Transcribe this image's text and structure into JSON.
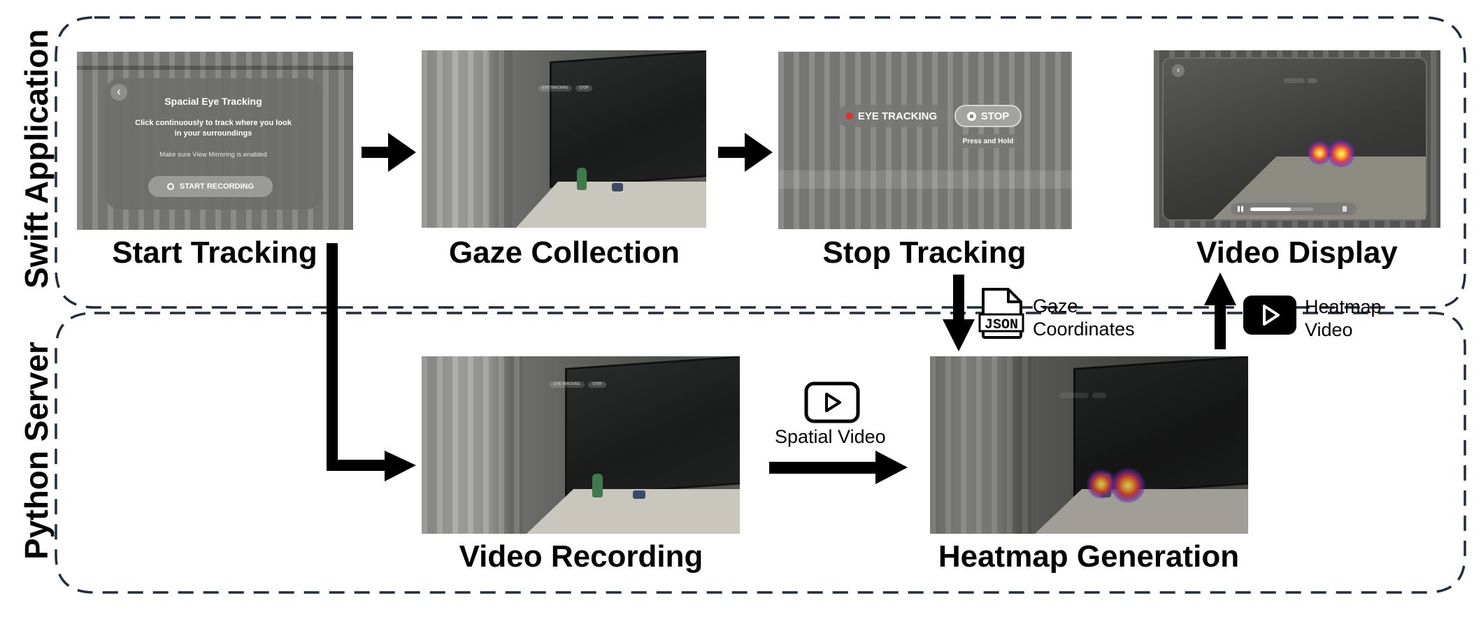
{
  "lanes": {
    "top": "Swift Application",
    "bottom": "Python Server"
  },
  "steps": {
    "start_tracking": "Start Tracking",
    "gaze_collection": "Gaze Collection",
    "stop_tracking": "Stop Tracking",
    "video_display": "Video Display",
    "video_recording": "Video Recording",
    "heatmap_generation": "Heatmap Generation"
  },
  "start_panel": {
    "title": "Spacial Eye Tracking",
    "line1": "Click continuously to track where you look",
    "line2": "in your surroundings",
    "note": "Make sure View Mirroring is enabled",
    "button": "START RECORDING"
  },
  "stop_panel": {
    "eye_tracking": "EYE TRACKING",
    "stop": "STOP",
    "hint": "Press and Hold"
  },
  "mini_labels": {
    "eye_tracking": "EYE TRACKING",
    "stop": "STOP"
  },
  "flows": {
    "gaze_line1": "Gaze",
    "gaze_line2": "Coordinates",
    "heatmap_line1": "Heatmap",
    "heatmap_line2": "Video",
    "spatial_video": "Spatial Video",
    "json_icon_text": "JSON"
  },
  "icons": {
    "json": "json-file-icon",
    "play_spatial": "play-icon",
    "play_heatmap": "play-icon"
  },
  "colors": {
    "record_dot": "#e0312d",
    "heat_core": "#ffb020"
  }
}
